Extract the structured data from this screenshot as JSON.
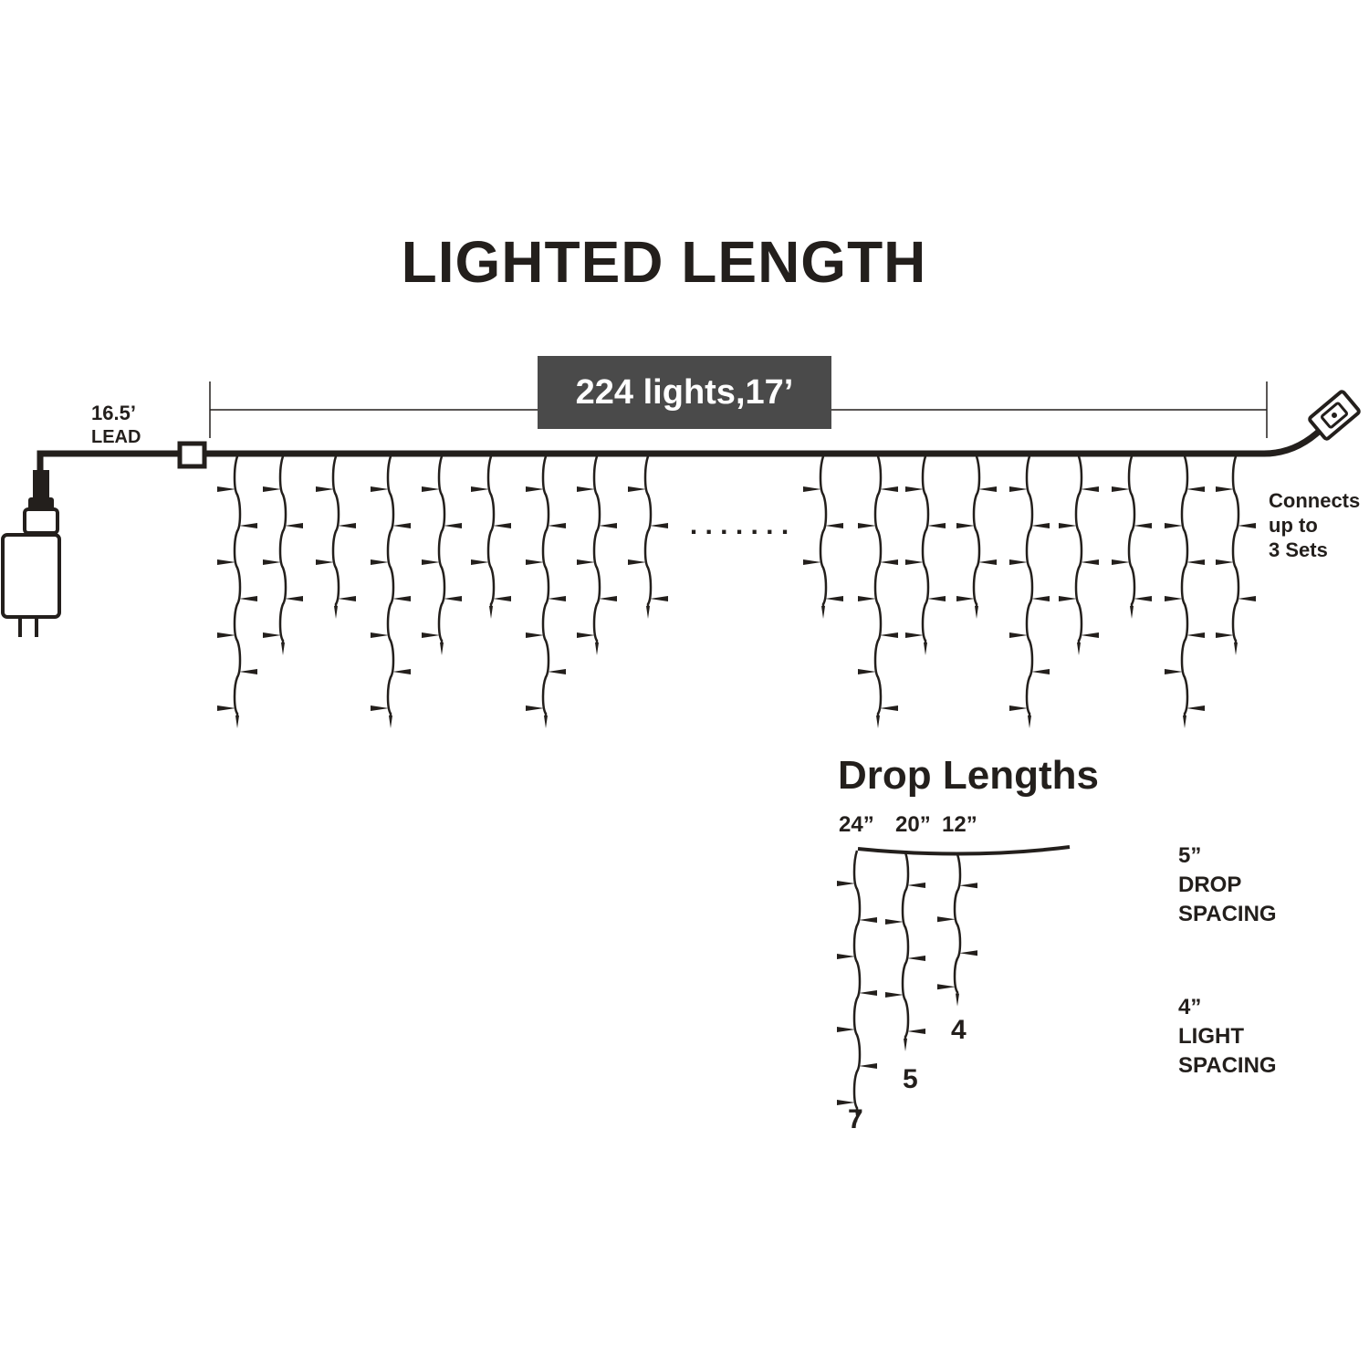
{
  "title": "LIGHTED LENGTH",
  "lighted_segment": {
    "label": "224 lights,17’"
  },
  "lead": {
    "length": "16.5’",
    "label": "LEAD"
  },
  "connects_note": [
    "Connects",
    "up to",
    "3 Sets"
  ],
  "drop_lengths": {
    "title": "Drop Lengths",
    "lengths": [
      "24”",
      "20”",
      "12”"
    ],
    "bulb_counts": [
      "7",
      "5",
      "4"
    ]
  },
  "specs": {
    "drop_spacing": [
      "5”",
      "DROP",
      "SPACING"
    ],
    "light_spacing": [
      "4”",
      "LIGHT",
      "SPACING"
    ]
  },
  "ellipsis": ". . . . . . .",
  "colors": {
    "line": "#231f1c",
    "label_box": "#4a4a4a"
  }
}
